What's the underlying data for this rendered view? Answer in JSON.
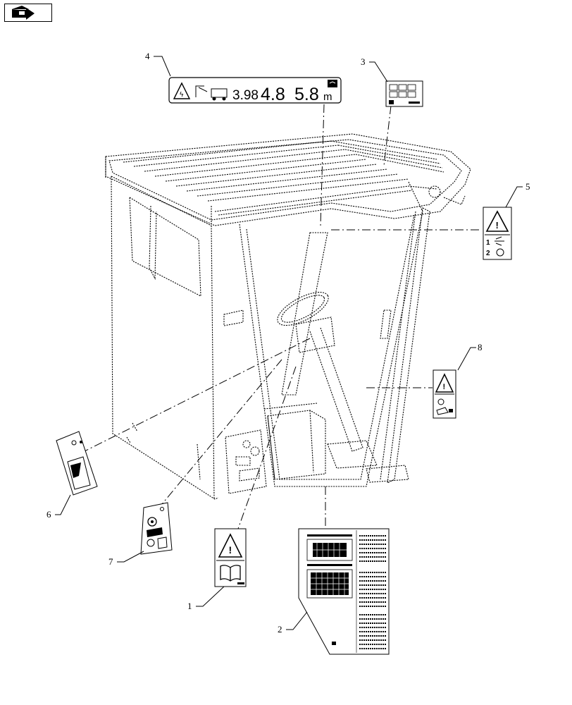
{
  "nav": {
    "icon": "arrow-right-icon"
  },
  "callouts": [
    "1",
    "2",
    "3",
    "4",
    "5",
    "6",
    "7",
    "8"
  ],
  "decal4": {
    "values": [
      "3.98",
      "4.8",
      "5.8"
    ],
    "unit": "m"
  },
  "decal5": {
    "steps": [
      "1",
      "2"
    ]
  }
}
